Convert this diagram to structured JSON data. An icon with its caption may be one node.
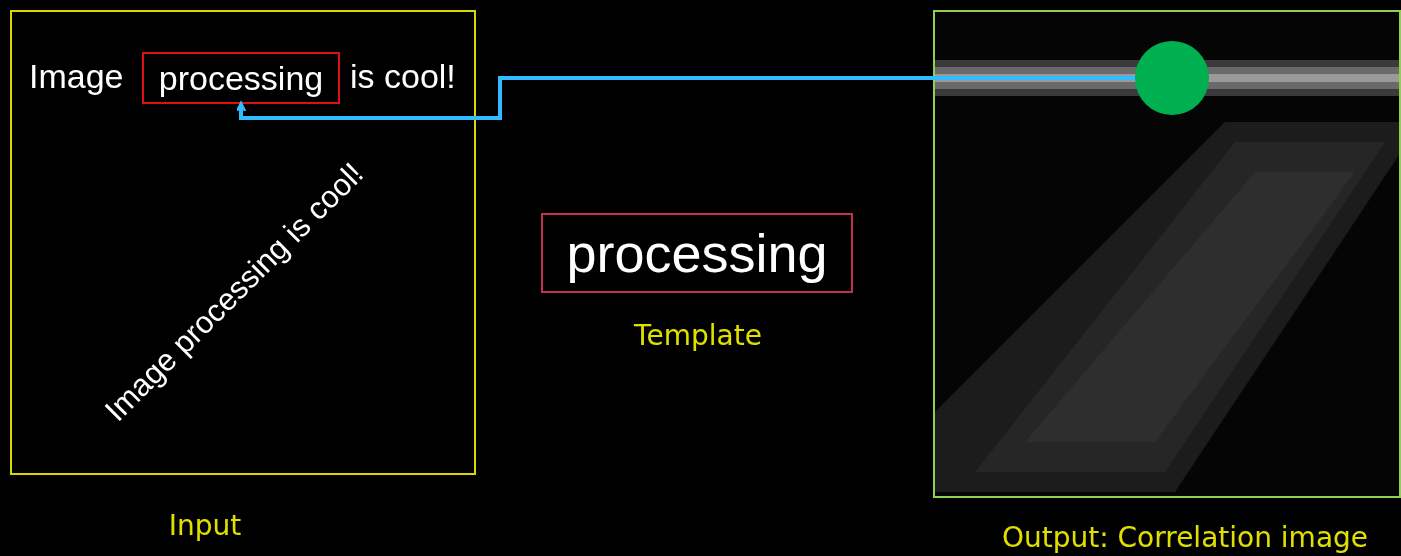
{
  "diagram": {
    "nodes": [
      {
        "text": [
          "Image",
          "is cool!",
          "Image processing is cool!"
        ],
        "beside": [
          "Input"
        ]
      },
      {
        "text": [
          "processing"
        ],
        "in": 0
      },
      {
        "text": [
          "processing"
        ],
        "beside": [
          "Template"
        ]
      },
      {
        "text": [],
        "shape": "picture",
        "beside": [
          "Output: Correlation image"
        ]
      },
      {
        "text": [],
        "shape": "circle",
        "in": 3
      }
    ],
    "edges": [
      {
        "from": 4,
        "to": 1,
        "arrow": "to",
        "color": "#33bbff"
      }
    ]
  }
}
